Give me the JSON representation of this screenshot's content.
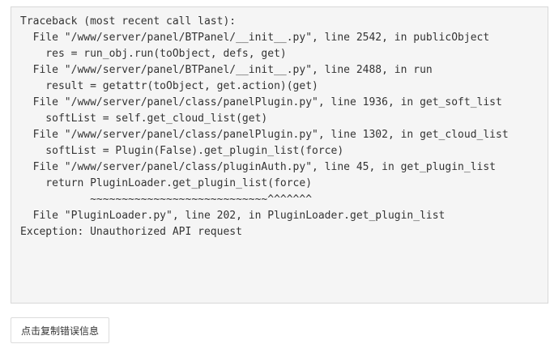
{
  "traceback": {
    "lines": [
      "Traceback (most recent call last):",
      "  File \"/www/server/panel/BTPanel/__init__.py\", line 2542, in publicObject",
      "    res = run_obj.run(toObject, defs, get)",
      "  File \"/www/server/panel/BTPanel/__init__.py\", line 2488, in run",
      "    result = getattr(toObject, get.action)(get)",
      "  File \"/www/server/panel/class/panelPlugin.py\", line 1936, in get_soft_list",
      "    softList = self.get_cloud_list(get)",
      "  File \"/www/server/panel/class/panelPlugin.py\", line 1302, in get_cloud_list",
      "    softList = Plugin(False).get_plugin_list(force)",
      "  File \"/www/server/panel/class/pluginAuth.py\", line 45, in get_plugin_list",
      "    return PluginLoader.get_plugin_list(force)",
      "           ~~~~~~~~~~~~~~~~~~~~~~~~~~~~^^^^^^^",
      "  File \"PluginLoader.py\", line 202, in PluginLoader.get_plugin_list",
      "Exception: Unauthorized API request"
    ]
  },
  "actions": {
    "copy_label": "点击复制错误信息"
  }
}
